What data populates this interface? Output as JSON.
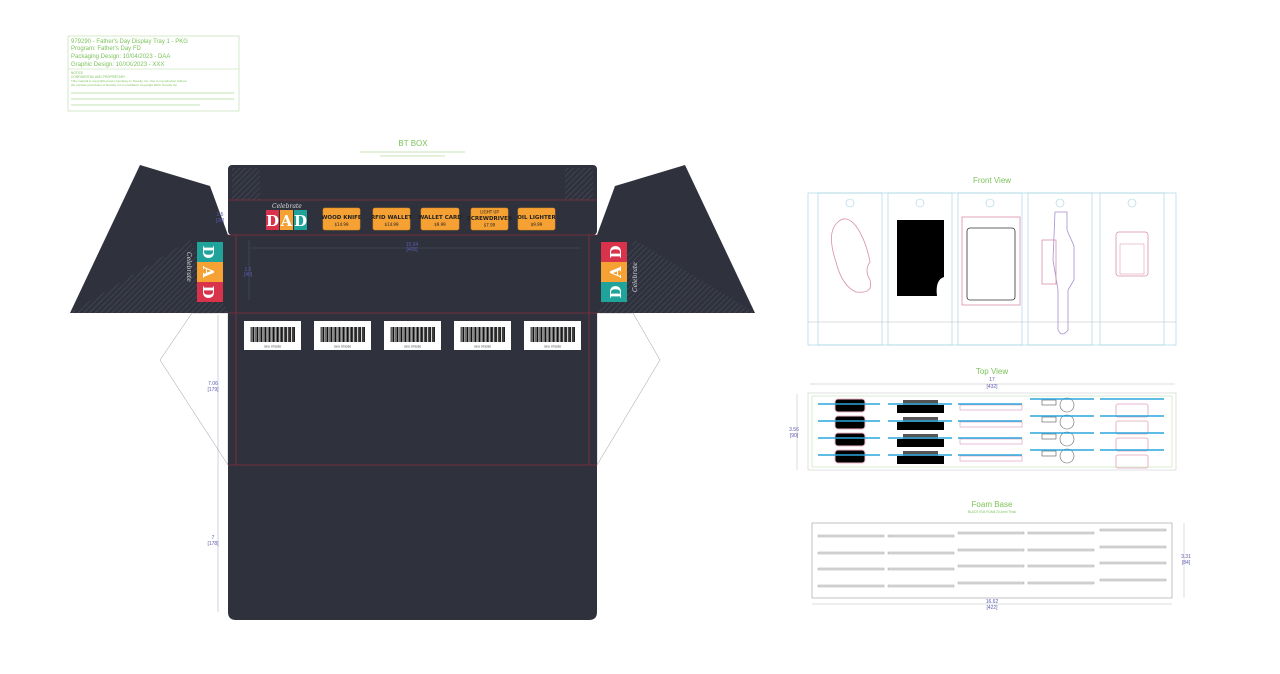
{
  "info_box": {
    "line1": "979290 - Father's Day Display Tray 1 - PKG",
    "line2": "Program: Father's Day FD",
    "line3": "Packaging Design: 10/04/2023 - DAA",
    "line4": "Graphic Design: 10/XX/2023 - XXX",
    "notice_title": "NOTICE",
    "notice_sub": "CONFIDENTIAL AND PROPRIETARY",
    "notice_body1": "This material is copyrighted and proprietary to Novelty, Inc. Use or reproduction without",
    "notice_body2": "the express permission of Novelty, Inc is prohibited. Copyright 2023, Novelty Inc."
  },
  "dieline": {
    "title": "BT BOX",
    "brand_script": "Celebrate",
    "brand_letters": [
      "D",
      "A",
      "D"
    ],
    "brand_colors": [
      "#d8334a",
      "#f5a133",
      "#1fa39a"
    ],
    "tags": [
      {
        "top": "",
        "name": "WOOD KNIFE",
        "price": "$14.99"
      },
      {
        "top": "",
        "name": "RFID WALLET",
        "price": "$14.99"
      },
      {
        "top": "",
        "name": "WALLET CARD",
        "price": "$9.99"
      },
      {
        "top": "LIGHT UP",
        "name": "SCREWDRIVER",
        "price": "$7.99"
      },
      {
        "top": "",
        "name": "OIL LIGHTER",
        "price": "$9.99"
      }
    ],
    "barcode_caption": "SKU 979290",
    "dims": {
      "flap": "1.5",
      "flap_mm": "[38]",
      "width": "15.94",
      "width_mm": "[405]",
      "inner": "1.6",
      "inner_mm": "[40]",
      "height": "7.06",
      "height_mm": "[179]",
      "bottom": "7",
      "bottom_mm": "[178]"
    }
  },
  "front_view": {
    "title": "Front View"
  },
  "top_view": {
    "title": "Top View",
    "width": "17",
    "width_mm": "[432]",
    "depth": "3.56",
    "depth_mm": "[90]"
  },
  "foam_base": {
    "title": "Foam Base",
    "subtitle": "BLACK EVA FOAM 20.4mm Thick",
    "width": "16.62",
    "width_mm": "[422]",
    "height": "3.31",
    "height_mm": "[84]"
  },
  "colors": {
    "board": "#2f323d",
    "accent_green": "#7cc35a",
    "slot_blue": "#2aa5dc"
  }
}
